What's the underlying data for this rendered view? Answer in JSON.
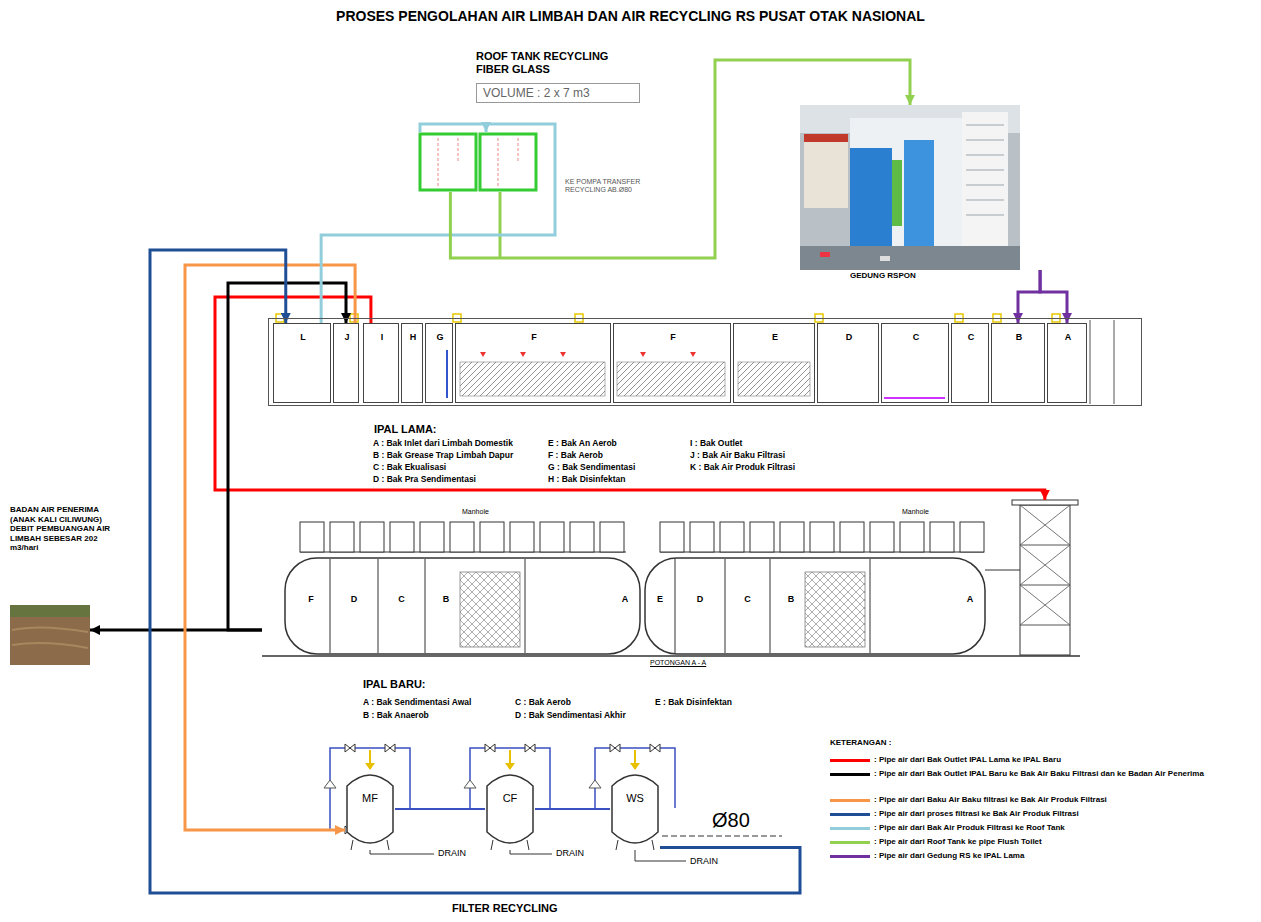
{
  "diagram": {
    "title": "PROSES PENGOLAHAN AIR LIMBAH DAN AIR RECYCLING RS PUSAT OTAK NASIONAL",
    "nodes": [
      {
        "text": [
          "ROOF TANK RECYCLING FIBER GLASS",
          "VOLUME : 2 x 7 m3"
        ]
      },
      {
        "text": [
          "GEDUNG RSPON"
        ]
      },
      {
        "text": [
          "IPAL LAMA:"
        ]
      },
      {
        "text": [
          "L"
        ],
        "in": 2
      },
      {
        "text": [
          "J"
        ],
        "in": 2
      },
      {
        "text": [
          "I"
        ],
        "in": 2
      },
      {
        "text": [
          "H"
        ],
        "in": 2
      },
      {
        "text": [
          "G"
        ],
        "in": 2
      },
      {
        "text": [
          "F"
        ],
        "in": 2
      },
      {
        "text": [
          "F"
        ],
        "in": 2
      },
      {
        "text": [
          "E"
        ],
        "in": 2
      },
      {
        "text": [
          "D"
        ],
        "in": 2
      },
      {
        "text": [
          "C"
        ],
        "in": 2
      },
      {
        "text": [
          "C"
        ],
        "in": 2
      },
      {
        "text": [
          "B"
        ],
        "in": 2
      },
      {
        "text": [
          "A"
        ],
        "in": 2
      },
      {
        "text": [
          "IPAL BARU:"
        ]
      },
      {
        "text": [
          "F"
        ],
        "in": 16
      },
      {
        "text": [
          "D"
        ],
        "in": 16
      },
      {
        "text": [
          "C"
        ],
        "in": 16
      },
      {
        "text": [
          "B"
        ],
        "in": 16
      },
      {
        "text": [
          "A"
        ],
        "in": 16
      },
      {
        "text": [
          "E"
        ],
        "in": 16
      },
      {
        "text": [
          "D"
        ],
        "in": 16
      },
      {
        "text": [
          "C"
        ],
        "in": 16
      },
      {
        "text": [
          "B"
        ],
        "in": 16
      },
      {
        "text": [
          "A"
        ],
        "in": 16
      },
      {
        "text": [
          "BADAN AIR PENERIMA (ANAK KALI CILIWUNG) DEBIT PEMBUANGAN AIR LIMBAH SEBESAR 202 m3/hari"
        ]
      },
      {
        "text": [
          "MF"
        ]
      },
      {
        "text": [
          "CF"
        ]
      },
      {
        "text": [
          "WS"
        ]
      }
    ],
    "edges": [
      {
        "from": 1,
        "to": 14,
        "arrow": "to"
      },
      {
        "from": 1,
        "to": 15,
        "arrow": "to"
      },
      {
        "from": 5,
        "to": 16,
        "arrow": "to"
      },
      {
        "from": 16,
        "to": 4,
        "arrow": "to"
      },
      {
        "from": 16,
        "to": 27,
        "arrow": "to"
      },
      {
        "from": 4,
        "to": 28,
        "arrow": "to"
      },
      {
        "from": 28,
        "to": 29,
        "arrow": "none"
      },
      {
        "from": 29,
        "to": 30,
        "arrow": "none"
      },
      {
        "from": 30,
        "to": 3,
        "arrow": "to"
      },
      {
        "from": 3,
        "to": 0,
        "arrow": "to"
      },
      {
        "from": 0,
        "to": 1,
        "arrow": "to"
      }
    ],
    "labels": [
      "KE POMPA TRANSFER RECYCLING AB.Ø80",
      "A : Bak Inlet dari Limbah Domestik",
      "B : Bak Grease Trap Limbah Dapur",
      "C : Bak Ekualisasi",
      "D : Bak Pra Sendimentasi",
      "E : Bak An Aerob",
      "F : Bak Aerob",
      "G : Bak Sendimentasi",
      "H : Bak Disinfektan",
      "I : Bak Outlet",
      "J : Bak Air Baku Filtrasi",
      "K : Bak Air Produk Filtrasi",
      "Manhole",
      "Manhole",
      "POTONGAN A - A",
      "A : Bak Sendimentasi Awal",
      "B : Bak Anaerob",
      "C : Bak Aerob",
      "D : Bak Sendimentasi Akhir",
      "E : Bak Disinfektan",
      "DRAIN",
      "DRAIN",
      "DRAIN",
      "Ø80",
      "FILTER RECYCLING",
      "KETERANGAN :"
    ],
    "legend": [
      {
        "text": ": Pipe air dari Bak Outlet IPAL Lama ke IPAL Baru",
        "color": "#ff0000"
      },
      {
        "text": ": Pipe air dari Bak Outlet IPAL Baru ke Bak Air Baku Filtrasi dan ke Badan Air Penerima",
        "color": "#000000"
      },
      {
        "text": ": Pipe air dari Baku Air Baku filtrasi ke Bak Air Produk Filtrasi",
        "color": "#f79646"
      },
      {
        "text": ": Pipe air dari proses filtrasi ke Bak Air Produk Filtrasi",
        "color": "#1f4e96"
      },
      {
        "text": ": Pipe air dari Bak Air Produk Filtrasi ke Roof Tank",
        "color": "#92cddc"
      },
      {
        "text": ": Pipe air dari Roof Tank ke pipe Flush Toilet",
        "color": "#92d050"
      },
      {
        "text": ": Pipe air dari Gedung RS ke IPAL Lama",
        "color": "#7030a0"
      }
    ]
  }
}
